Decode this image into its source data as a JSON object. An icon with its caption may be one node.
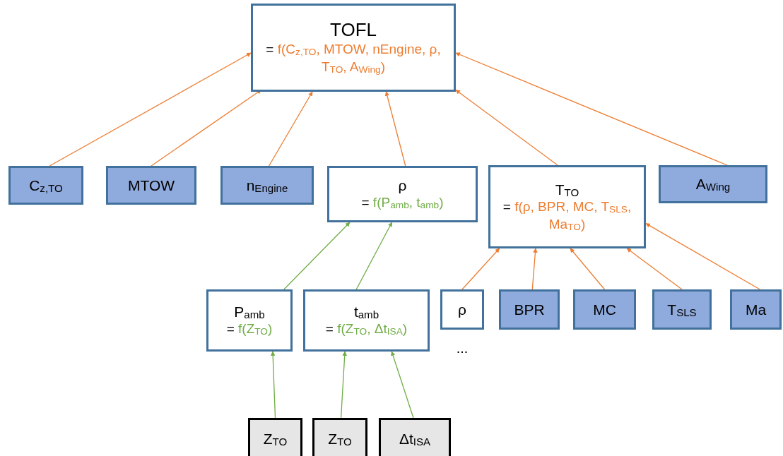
{
  "diagram": {
    "nodes": [
      {
        "text": [
          "TOFL",
          "=",
          "f(C$_{z,TO}$, MTOW, nEngine, ρ, T$_{TO}$, A$_{Wing}$)"
        ]
      },
      {
        "text": [
          "C$_{z,TO}$"
        ]
      },
      {
        "text": [
          "MTOW"
        ]
      },
      {
        "text": [
          "n$_{Engine}$"
        ]
      },
      {
        "text": [
          "ρ",
          "=",
          "f(P$_{amb}$, t$_{amb}$)"
        ]
      },
      {
        "text": [
          "T$_{TO}$",
          "=",
          "f(ρ, BPR, MC, T$_{SLS}$, Ma$_{TO}$)"
        ]
      },
      {
        "text": [
          "A$_{Wing}$"
        ]
      },
      {
        "text": [
          "P$_{amb}$",
          "=",
          "f(Z$_{TO}$)"
        ]
      },
      {
        "text": [
          "t$_{amb}$",
          "=",
          "f(Z$_{TO}$, Δt$_{ISA}$)"
        ]
      },
      {
        "text": [
          "ρ"
        ],
        "beside": [
          "..."
        ]
      },
      {
        "text": [
          "BPR"
        ]
      },
      {
        "text": [
          "MC"
        ]
      },
      {
        "text": [
          "T$_{SLS}$"
        ]
      },
      {
        "text": [
          "Ma"
        ]
      },
      {
        "text": [
          "Z$_{TO}$"
        ]
      },
      {
        "text": [
          "Z$_{TO}$"
        ]
      },
      {
        "text": [
          "Δt$_{ISA}$"
        ]
      }
    ],
    "edges": [
      {
        "from": 1,
        "to": 0,
        "arrow": "to"
      },
      {
        "from": 2,
        "to": 0,
        "arrow": "to"
      },
      {
        "from": 3,
        "to": 0,
        "arrow": "to"
      },
      {
        "from": 4,
        "to": 0,
        "arrow": "to"
      },
      {
        "from": 5,
        "to": 0,
        "arrow": "to"
      },
      {
        "from": 6,
        "to": 0,
        "arrow": "to"
      },
      {
        "from": 7,
        "to": 4,
        "arrow": "to",
        "color": "#70ad47"
      },
      {
        "from": 8,
        "to": 4,
        "arrow": "to",
        "color": "#70ad47"
      },
      {
        "from": 9,
        "to": 5,
        "arrow": "to"
      },
      {
        "from": 10,
        "to": 5,
        "arrow": "to"
      },
      {
        "from": 11,
        "to": 5,
        "arrow": "to"
      },
      {
        "from": 12,
        "to": 5,
        "arrow": "to"
      },
      {
        "from": 13,
        "to": 5,
        "arrow": "to"
      },
      {
        "from": 14,
        "to": 7,
        "arrow": "to",
        "color": "#70ad47"
      },
      {
        "from": 15,
        "to": 8,
        "arrow": "to",
        "color": "#70ad47"
      },
      {
        "from": 16,
        "to": 8,
        "arrow": "to",
        "color": "#70ad47"
      }
    ]
  }
}
